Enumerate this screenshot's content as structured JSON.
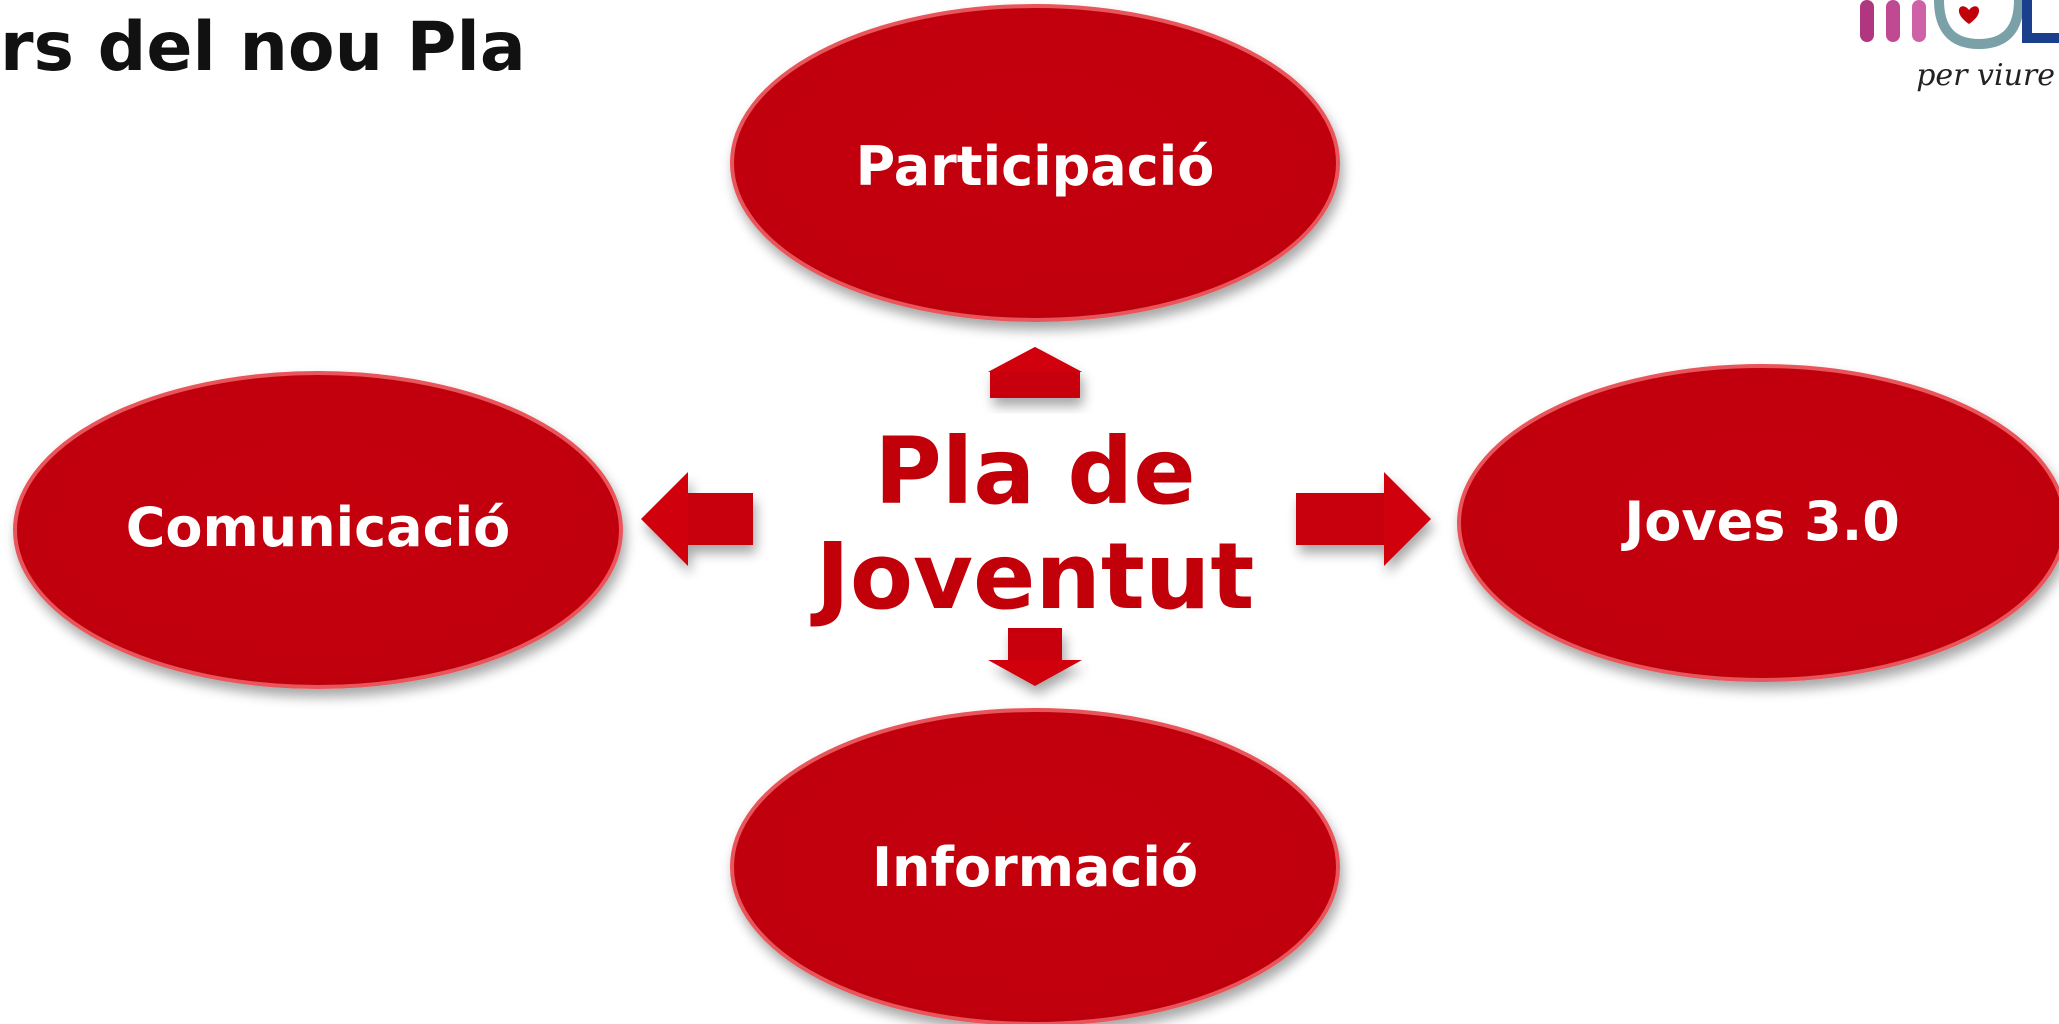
{
  "title": "rs del nou Pla",
  "center": {
    "line1": "Pla de",
    "line2": "Joventut"
  },
  "nodes": {
    "top": "Participació",
    "left": "Comunicació",
    "right": "Joves 3.0",
    "bottom": "Informació"
  },
  "logo": {
    "tagline": "per viure"
  },
  "colors": {
    "node_fill": "#c1000a",
    "node_edge": "#e8555a",
    "center_text": "#c1000a",
    "arrow_fill": "#c8000c"
  }
}
